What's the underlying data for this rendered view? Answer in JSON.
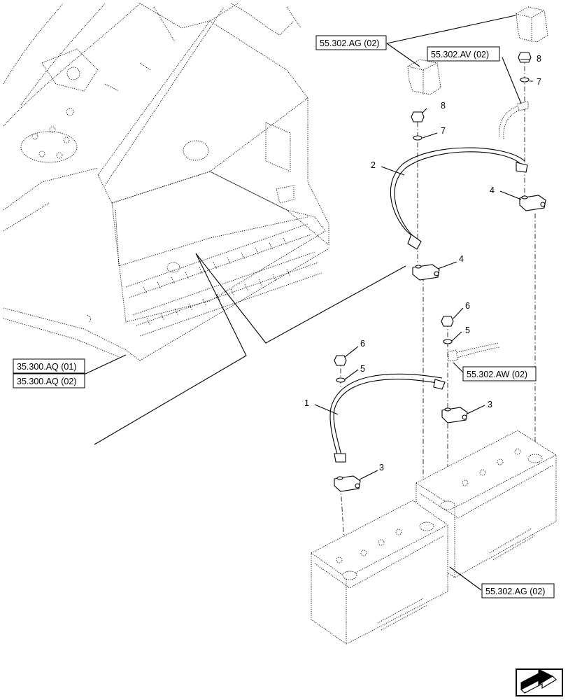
{
  "references": {
    "ref_ag_top": "55.302.AG (02)",
    "ref_av": "55.302.AV (02)",
    "ref_aq_01": "35.300.AQ (01)",
    "ref_aq_02": "35.300.AQ (02)",
    "ref_aw": "55.302.AW (02)",
    "ref_ag_bottom": "55.302.AG (02)"
  },
  "callouts": {
    "c1": "1",
    "c2": "2",
    "c3a": "3",
    "c3b": "3",
    "c4a": "4",
    "c4b": "4",
    "c5a": "5",
    "c5b": "5",
    "c6a": "6",
    "c6b": "6",
    "c7a": "7",
    "c7b": "7",
    "c8a": "8",
    "c8b": "8"
  },
  "icons": {
    "nav": "next-page-arrow-icon"
  }
}
